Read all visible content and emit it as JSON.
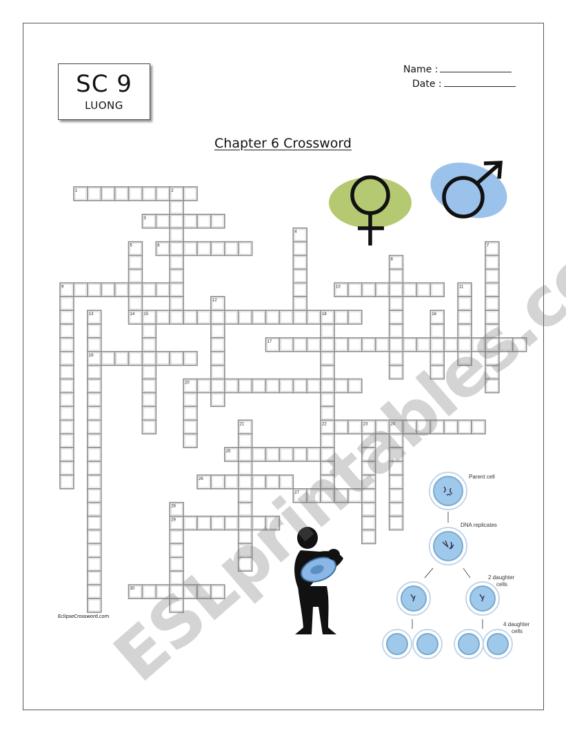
{
  "header": {
    "course_code": "SC 9",
    "teacher": "LUONG",
    "name_label": "Name :",
    "date_label": "Date :"
  },
  "title": "Chapter 6 Crossword",
  "crossword": {
    "across": [
      {
        "n": 1,
        "r": 0,
        "c": 1,
        "len": 9
      },
      {
        "n": 3,
        "r": 2,
        "c": 6,
        "len": 6
      },
      {
        "n": 6,
        "r": 4,
        "c": 7,
        "len": 7
      },
      {
        "n": 9,
        "r": 7,
        "c": 0,
        "len": 8
      },
      {
        "n": 10,
        "r": 7,
        "c": 20,
        "len": 8
      },
      {
        "n": 14,
        "r": 9,
        "c": 5,
        "len": 17
      },
      {
        "n": 17,
        "r": 11,
        "c": 15,
        "len": 19
      },
      {
        "n": 19,
        "r": 12,
        "c": 2,
        "len": 8
      },
      {
        "n": 20,
        "r": 14,
        "c": 9,
        "len": 13
      },
      {
        "n": 22,
        "r": 17,
        "c": 19,
        "len": 12
      },
      {
        "n": 25,
        "r": 19,
        "c": 12,
        "len": 8
      },
      {
        "n": 26,
        "r": 21,
        "c": 10,
        "len": 7
      },
      {
        "n": 27,
        "r": 22,
        "c": 17,
        "len": 6
      },
      {
        "n": 29,
        "r": 24,
        "c": 8,
        "len": 8
      },
      {
        "n": 30,
        "r": 29,
        "c": 5,
        "len": 7
      }
    ],
    "down": [
      {
        "n": 2,
        "r": 0,
        "c": 8,
        "len": 10
      },
      {
        "n": 4,
        "r": 3,
        "c": 17,
        "len": 7
      },
      {
        "n": 5,
        "r": 4,
        "c": 5,
        "len": 6
      },
      {
        "n": 7,
        "r": 4,
        "c": 31,
        "len": 11
      },
      {
        "n": 8,
        "r": 5,
        "c": 24,
        "len": 9
      },
      {
        "n": 9,
        "r": 7,
        "c": 0,
        "len": 15
      },
      {
        "n": 11,
        "r": 7,
        "c": 29,
        "len": 6
      },
      {
        "n": 12,
        "r": 8,
        "c": 11,
        "len": 8
      },
      {
        "n": 13,
        "r": 9,
        "c": 2,
        "len": 22
      },
      {
        "n": 15,
        "r": 9,
        "c": 6,
        "len": 9
      },
      {
        "n": 16,
        "r": 9,
        "c": 27,
        "len": 5
      },
      {
        "n": 18,
        "r": 9,
        "c": 19,
        "len": 13
      },
      {
        "n": 20,
        "r": 14,
        "c": 9,
        "len": 5
      },
      {
        "n": 21,
        "r": 17,
        "c": 13,
        "len": 11
      },
      {
        "n": 23,
        "r": 17,
        "c": 22,
        "len": 9
      },
      {
        "n": 24,
        "r": 17,
        "c": 24,
        "len": 8
      },
      {
        "n": 28,
        "r": 23,
        "c": 8,
        "len": 8
      }
    ]
  },
  "credit": "EclipseCrossword.com",
  "watermark": "ESLprintables.com",
  "diagram": {
    "parent_label": "Parent cell",
    "replicate_label": "DNA replicates",
    "two_label_1": "2 daughter",
    "two_label_2": "cells",
    "four_label_1": "4 daughter",
    "four_label_2": "cells"
  },
  "icons": [
    "female-symbol-icon",
    "male-symbol-icon",
    "person-holding-cell-icon"
  ],
  "colors": {
    "female_blob": "#a8bf5a",
    "male_blob": "#8ab7e8",
    "cell_fill": "#9ec9ea",
    "cell_stroke": "#7aa9cf",
    "grid_line": "#888888"
  }
}
